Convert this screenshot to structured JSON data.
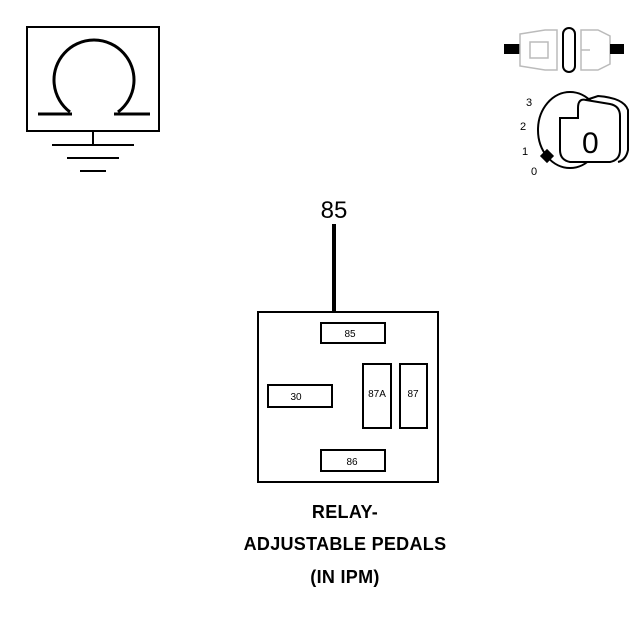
{
  "probe": {
    "label": "85"
  },
  "relay": {
    "pins": [
      {
        "id": "85",
        "label": "85"
      },
      {
        "id": "30",
        "label": "30"
      },
      {
        "id": "87a",
        "label": "87A"
      },
      {
        "id": "87",
        "label": "87"
      },
      {
        "id": "86",
        "label": "86"
      }
    ],
    "title_lines": [
      "RELAY-",
      "ADJUSTABLE PEDALS",
      "(IN IPM)"
    ]
  },
  "ignition": {
    "positions": [
      "3",
      "2",
      "1",
      "0"
    ],
    "key_face": "0"
  },
  "icons": [
    "ohmmeter-icon",
    "ground-icon",
    "connector-icon",
    "ignition-key-icon",
    "arrow-down-icon"
  ]
}
